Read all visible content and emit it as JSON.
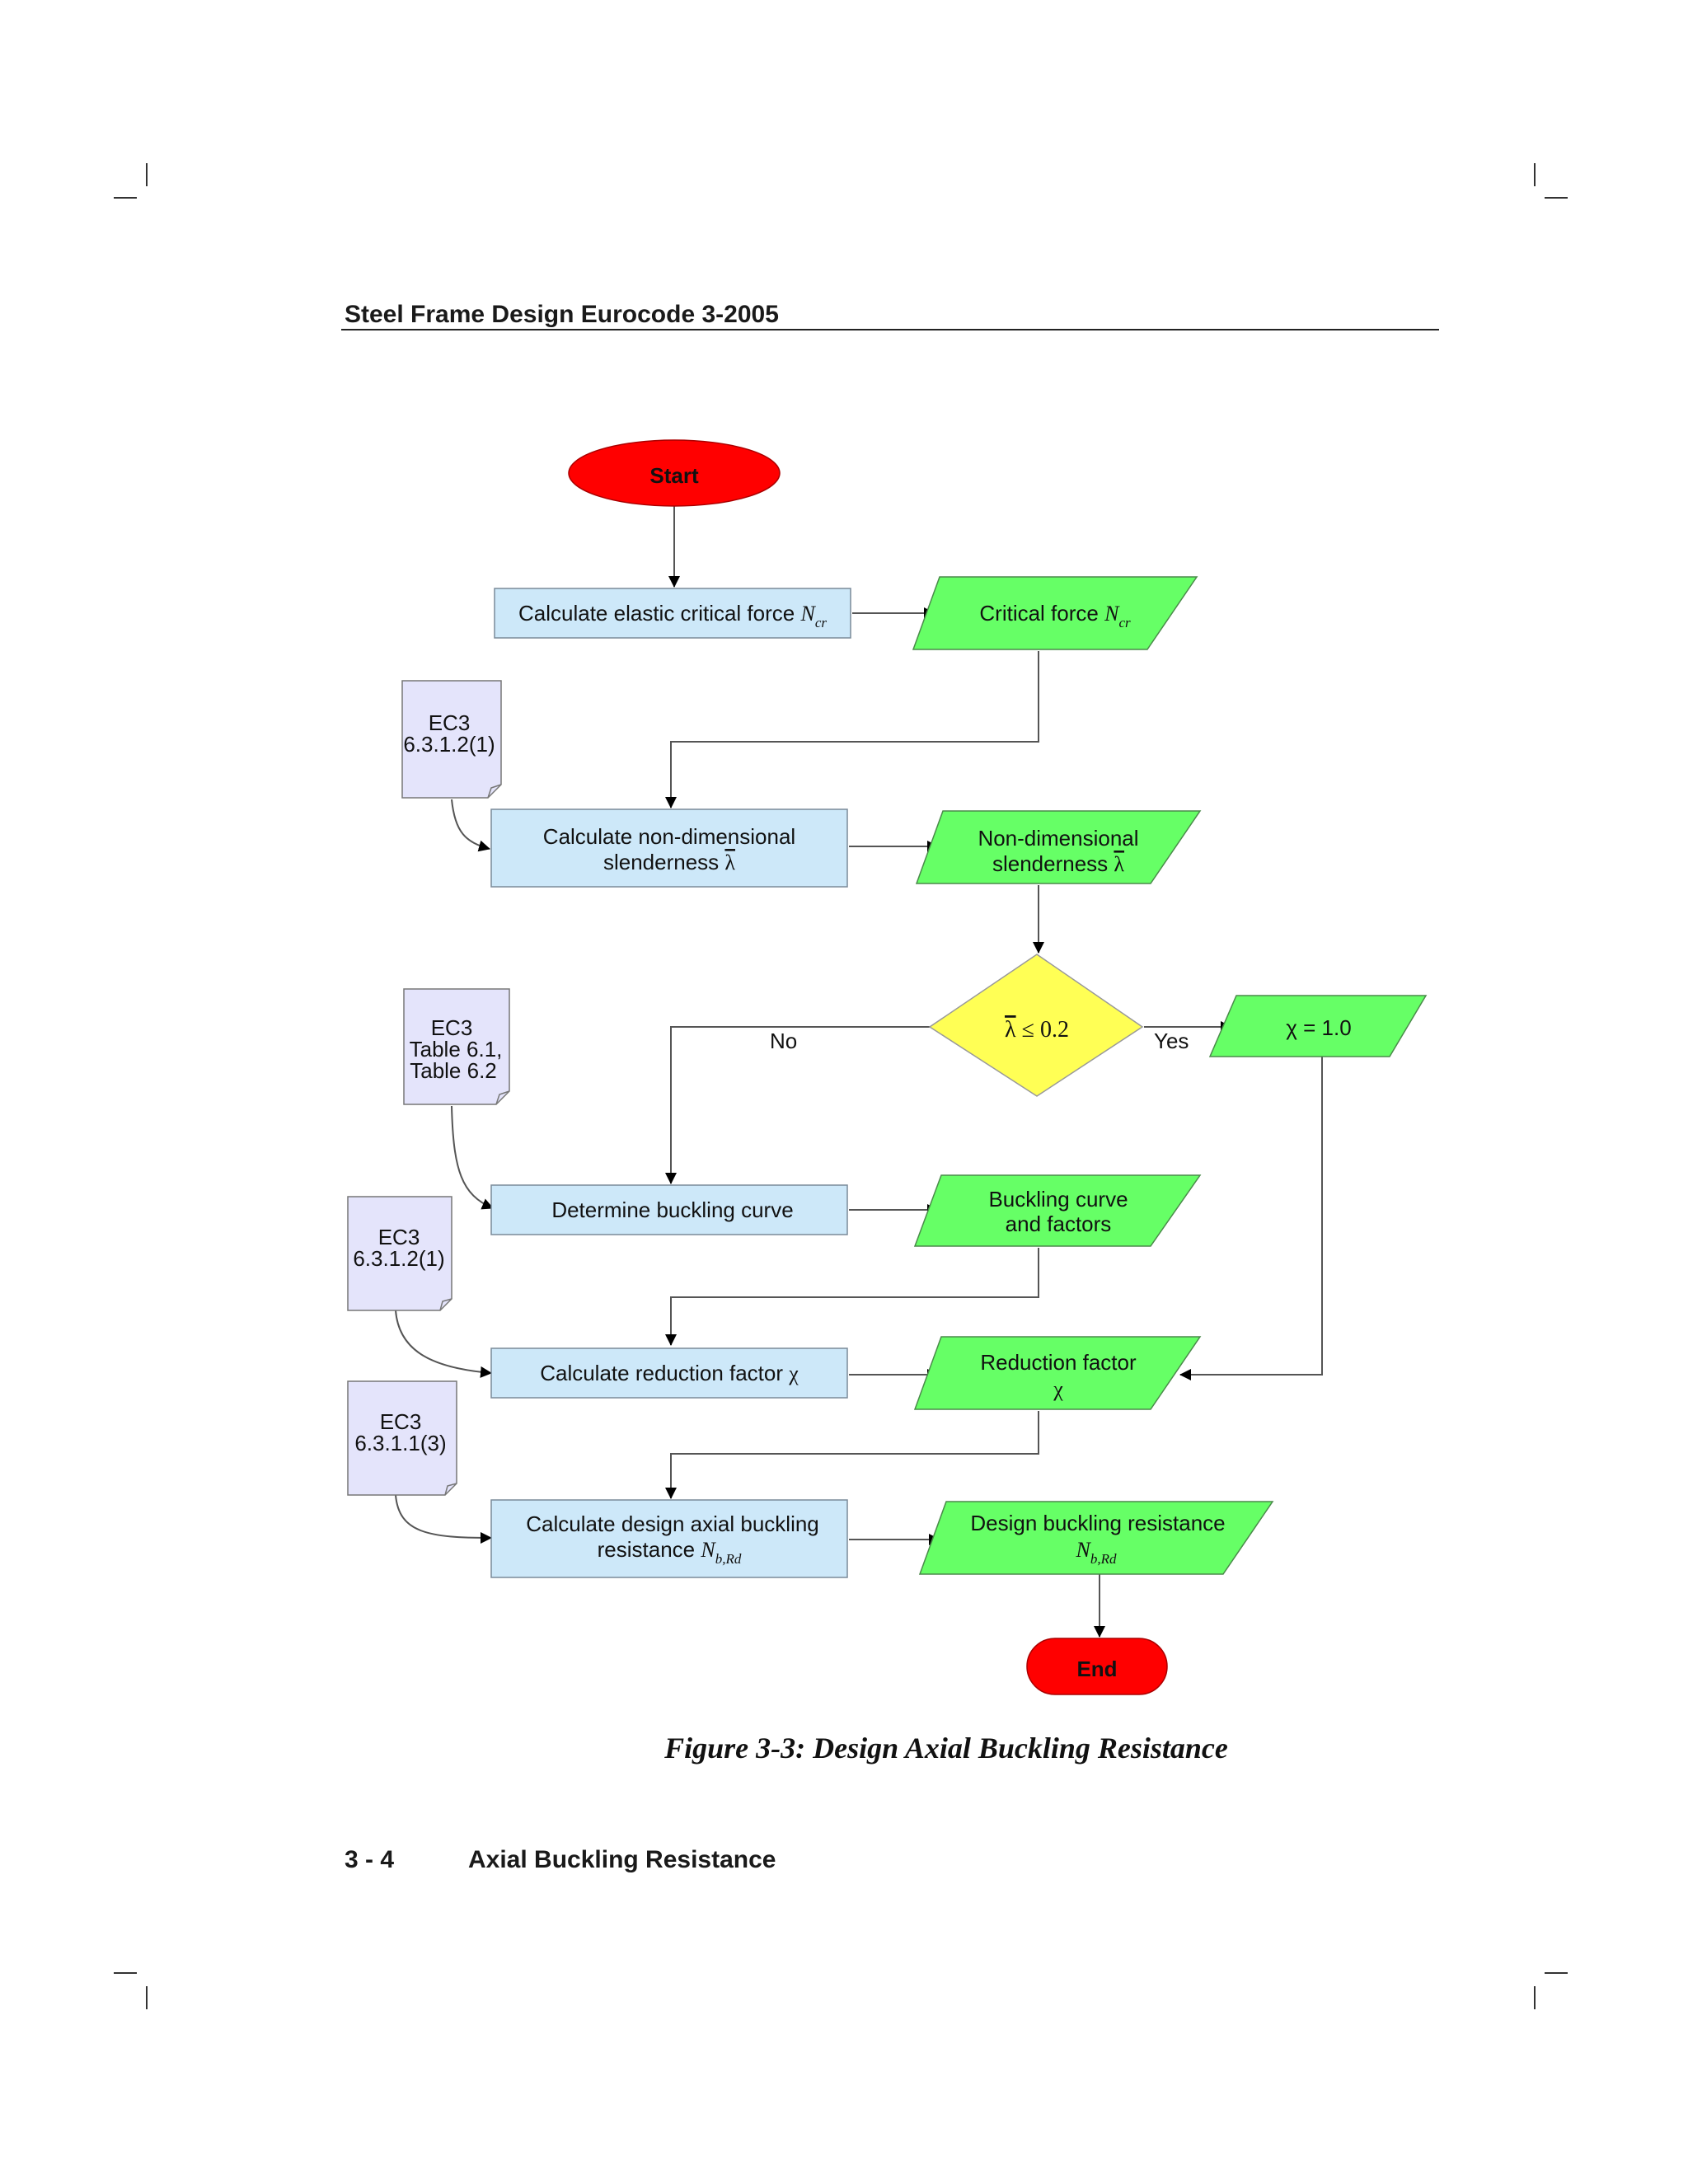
{
  "header": {
    "running_title": "Steel Frame Design Eurocode 3-2005"
  },
  "footer": {
    "page_number": "3 - 4",
    "section_title": "Axial Buckling Resistance"
  },
  "figure": {
    "caption": "Figure 3-3: Design Axial Buckling Resistance"
  },
  "flowchart": {
    "start": "Start",
    "end": "End",
    "calc_ncr": {
      "text": "Calculate elastic critical force ",
      "sym": "N",
      "sub": "cr"
    },
    "critical_force": {
      "text": "Critical force ",
      "sym": "N",
      "sub": "cr"
    },
    "calc_slenderness": {
      "line1": "Calculate non-dimensional",
      "line2": "slenderness ",
      "sym": "λ"
    },
    "slenderness_out": {
      "line1": "Non-dimensional",
      "line2": "slenderness ",
      "sym": "λ"
    },
    "decision": {
      "sym": "λ",
      "rest": " ≤ 0.2"
    },
    "no_label": "No",
    "yes_label": "Yes",
    "chi_one": "χ = 1.0",
    "determine_curve": "Determine buckling curve",
    "curve_out": {
      "line1": "Buckling curve",
      "line2": "and factors"
    },
    "calc_reduction": {
      "text": "Calculate reduction factor ",
      "sym": "χ"
    },
    "reduction_out": {
      "line1": "Reduction factor",
      "sym": "χ"
    },
    "calc_resistance": {
      "line1": "Calculate design axial buckling",
      "line2": "resistance ",
      "sym": "N",
      "sub": "b,Rd"
    },
    "resistance_out": {
      "line1": "Design buckling resistance",
      "sym": "N",
      "sub": "b,Rd"
    },
    "notes": [
      {
        "line1": "EC3",
        "line2": "6.3.1.2(1)"
      },
      {
        "line1": "EC3",
        "line2": "Table 6.1,",
        "line3": "Table 6.2"
      },
      {
        "line1": "EC3",
        "line2": "6.3.1.2(1)"
      },
      {
        "line1": "EC3",
        "line2": "6.3.1.1(3)"
      }
    ]
  }
}
